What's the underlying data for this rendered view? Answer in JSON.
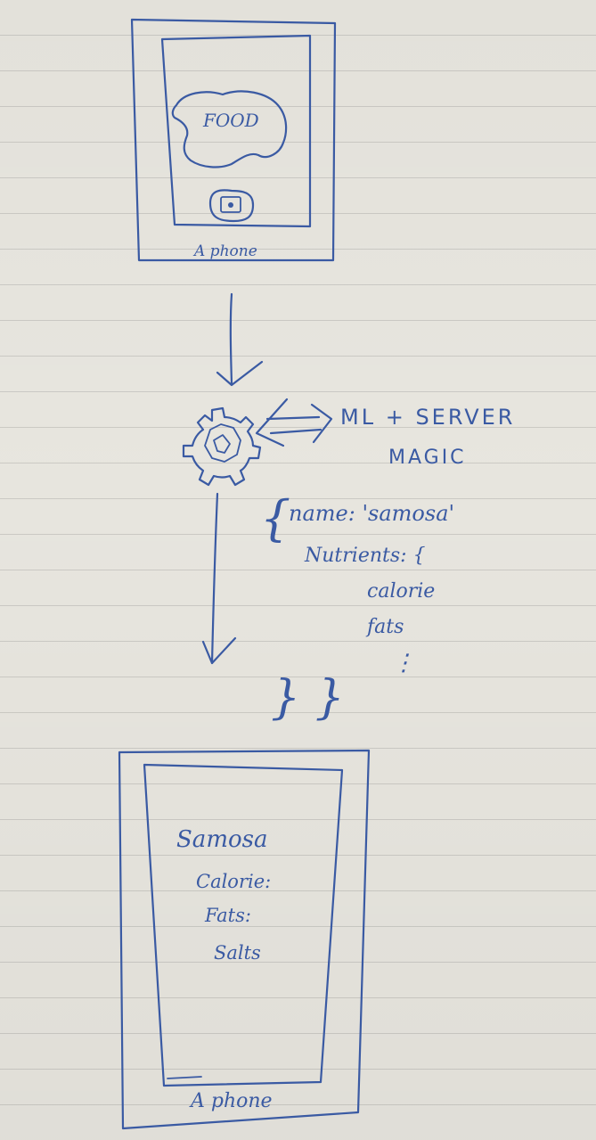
{
  "phone_top": {
    "food_label": "FOOD",
    "device_label": "A phone"
  },
  "server": {
    "label_line1": "ML + SERVER",
    "label_line2": "MAGIC"
  },
  "json_response": {
    "open_brace": "{",
    "name_line": "name: 'samosa'",
    "nutrients_line": "Nutrients: {",
    "item_calorie": "calorie",
    "item_fats": "fats",
    "ellipsis": "⋮",
    "close_braces": "} }"
  },
  "phone_bottom": {
    "title": "Samosa",
    "lines": [
      "Calorie:",
      "Fats:",
      "Salts"
    ],
    "device_label": "A phone"
  },
  "colors": {
    "ink": "#3a5aa3",
    "paper": "#eceae3"
  }
}
